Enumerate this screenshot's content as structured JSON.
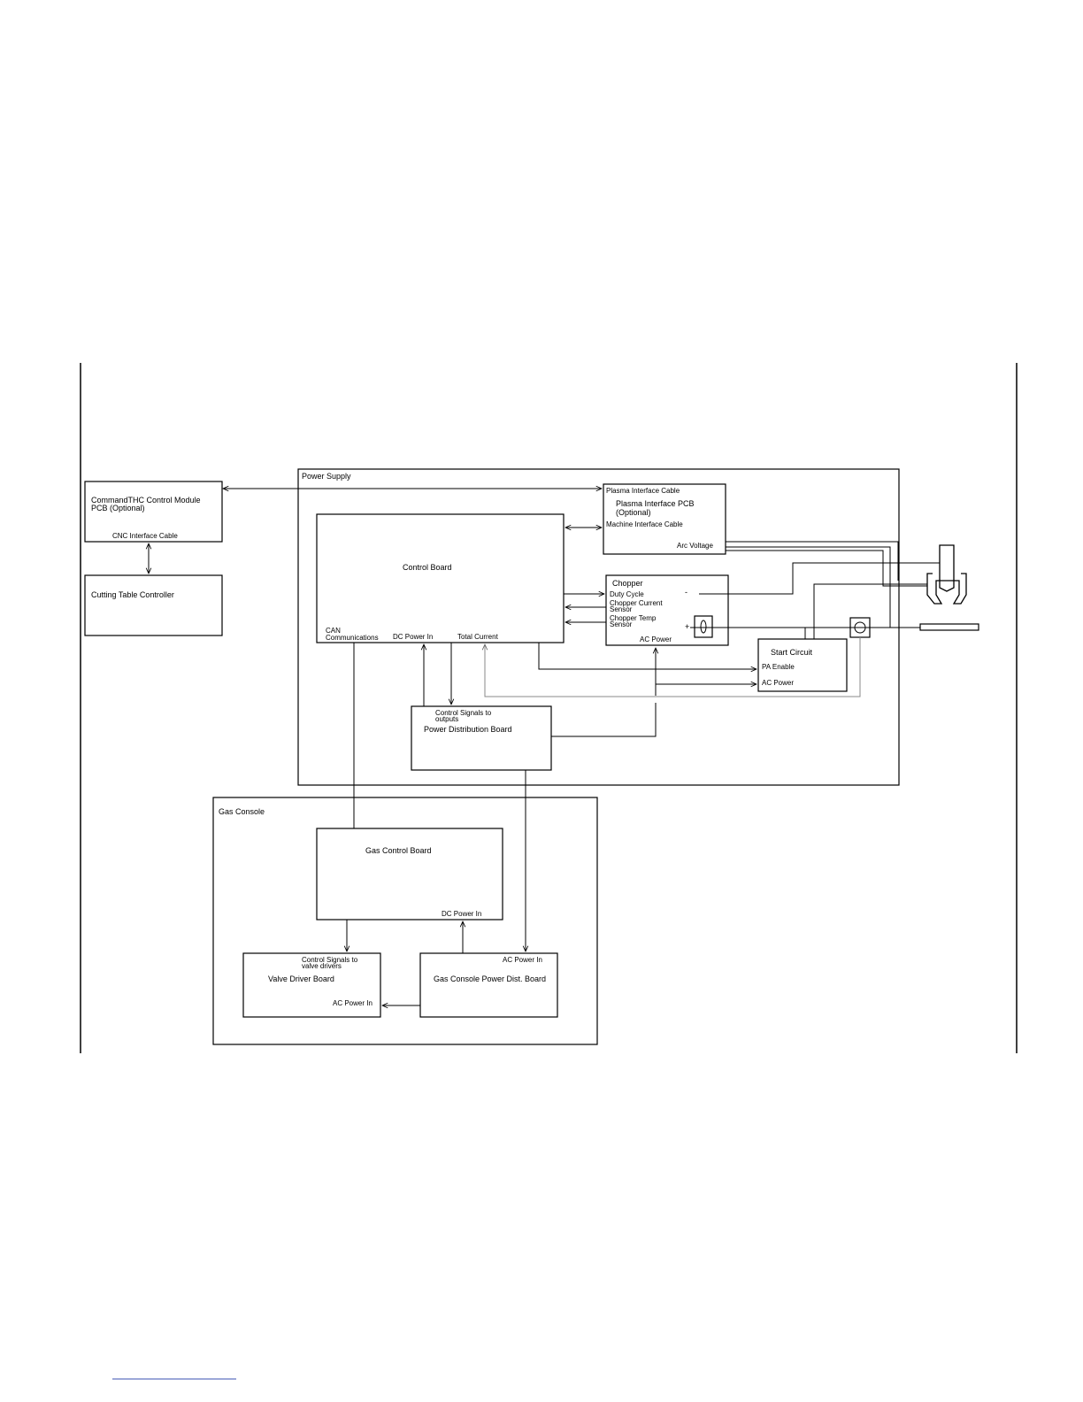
{
  "power_supply": {
    "title": "Power Supply",
    "control_board": {
      "title": "Control Board",
      "can": "CAN",
      "communications": "Communications",
      "dc_power_in": "DC Power In",
      "total_current": "Total Current"
    },
    "plasma_interface": {
      "cable": "Plasma Interface Cable",
      "title": "Plasma Interface PCB",
      "optional": "(Optional)",
      "machine_cable": "Machine Interface Cable",
      "arc_voltage": "Arc Voltage"
    },
    "chopper": {
      "title": "Chopper",
      "duty_cycle": "Duty Cycle",
      "current_sensor_1": "Chopper Current",
      "current_sensor_2": "Sensor",
      "temp_sensor_1": "Chopper Temp",
      "temp_sensor_2": "Sensor",
      "ac_power": "AC Power",
      "minus": "-",
      "plus": "+"
    },
    "start_circuit": {
      "title": "Start Circuit",
      "pa_enable": "PA Enable",
      "ac_power": "AC Power"
    },
    "power_dist": {
      "signals_1": "Control Signals to",
      "signals_2": "outputs",
      "title": "Power Distribution Board"
    }
  },
  "command_thc": {
    "title_1": "CommandTHC Control Module",
    "title_2": "PCB  (Optional)",
    "cnc_cable": "CNC Interface Cable"
  },
  "cutting_table": {
    "title": "Cutting Table Controller"
  },
  "gas_console": {
    "title": "Gas Console",
    "gas_control": {
      "title": "Gas Control Board",
      "dc_power_in": "DC Power In"
    },
    "valve_driver": {
      "signals_1": "Control Signals to",
      "signals_2": "valve drivers",
      "title": "Valve Driver Board",
      "ac_power_in": "AC Power In"
    },
    "power_dist": {
      "ac_power_in": "AC Power In",
      "title": "Gas Console Power Dist. Board"
    }
  }
}
